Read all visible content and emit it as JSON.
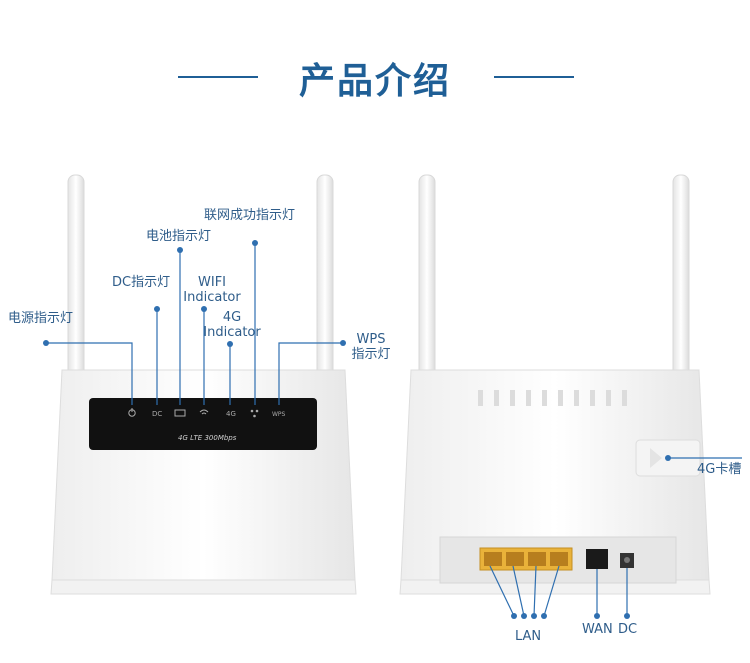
{
  "header": {
    "title": "产品介绍"
  },
  "front": {
    "labels": {
      "power": "电源指示灯",
      "dc": "DC指示灯",
      "battery": "电池指示灯",
      "wifi_line1": "WIFI",
      "wifi_line2": "Indicator",
      "lte_line1": "4G",
      "lte_line2": "Indicator",
      "internet": "联网成功指示灯",
      "wps_line1": "WPS",
      "wps_line2": "指示灯"
    },
    "panel_marks": {
      "dc": "DC",
      "lte": "4G",
      "wps": "WPS"
    },
    "brand": "4G LTE 300Mbps"
  },
  "back": {
    "labels": {
      "sim": "4G卡槽",
      "lan": "LAN",
      "wan": "WAN",
      "dc": "DC"
    }
  },
  "colors": {
    "accent": "#1f5f96",
    "callout": "#2f6fb0",
    "port_yellow": "#e9b23a",
    "panel": "#111111"
  }
}
